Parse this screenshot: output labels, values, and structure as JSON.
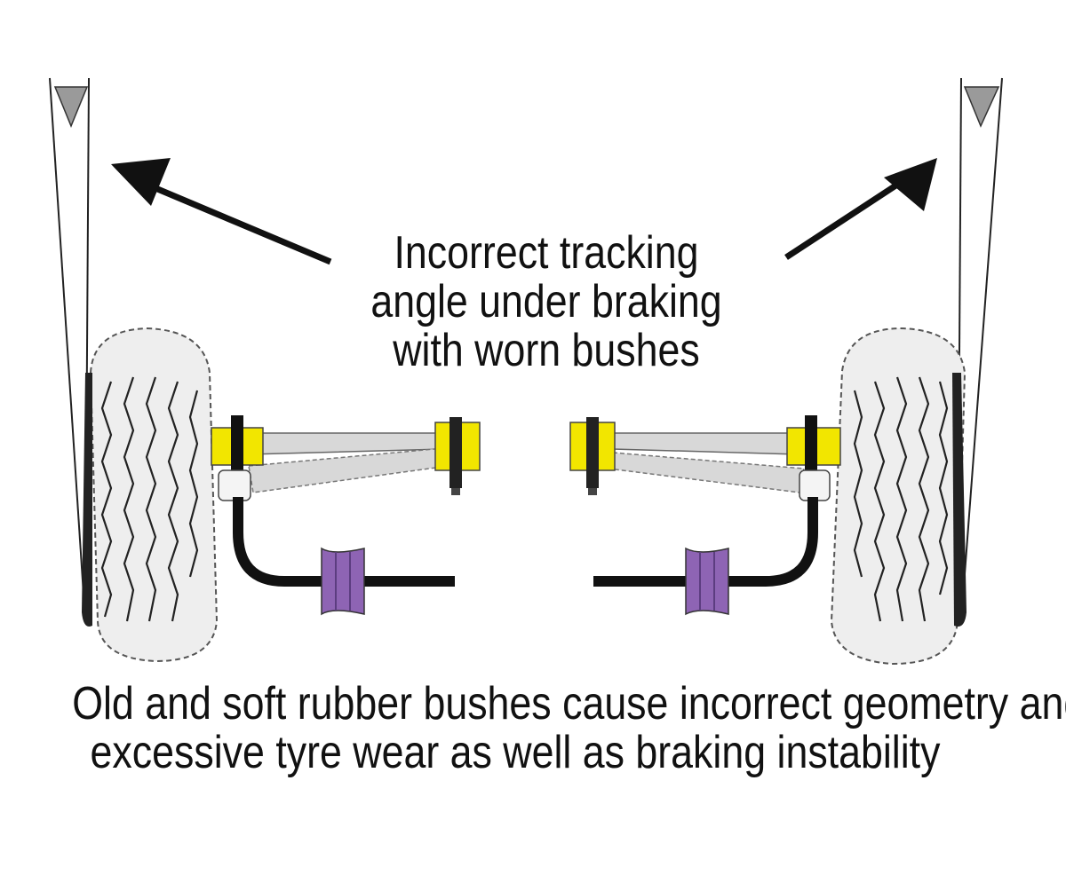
{
  "diagram": {
    "top_caption": {
      "lines": [
        "Incorrect tracking",
        "angle under braking",
        "with worn bushes"
      ]
    },
    "bottom_caption": {
      "lines": [
        "Old and soft rubber bushes cause incorrect geometry and",
        "excessive tyre wear as well as braking instability"
      ]
    },
    "colors": {
      "bush_yellow": "#f2e600",
      "anti_roll_bush_purple": "#8e64b4",
      "tyre_fill": "#eeeeee",
      "arrow_black": "#111111",
      "arm_grey": "#d8d8d8",
      "marker_grey": "#9a9a9a"
    },
    "icons": [
      "left-wheel-icon",
      "right-wheel-icon",
      "left-arrow-icon",
      "right-arrow-icon",
      "bush-icon",
      "anti-roll-bar-icon"
    ]
  }
}
